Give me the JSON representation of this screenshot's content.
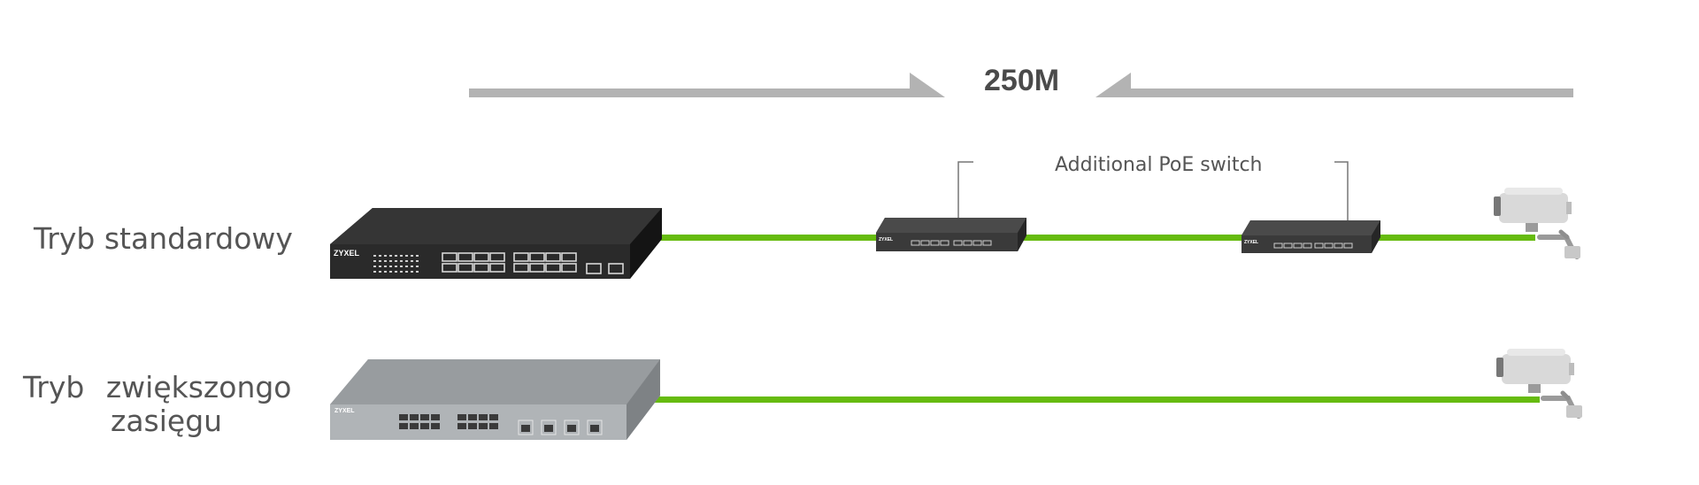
{
  "labels": {
    "standard_mode": "Tryb standardowy",
    "extended_mode_line1": "Tryb zwiększongo",
    "extended_mode_line2": "zasięgu",
    "distance": "250M",
    "additional_switch": "Additional PoE switch"
  },
  "devices": {
    "main_switch_brand": "ZYXEL",
    "small_switch_brand": "ZYXEL",
    "extended_switch_brand": "ZYXEL"
  },
  "colors": {
    "cable": "#66bb0f",
    "arrow": "#b3b3b3",
    "switch_dark": "#2a2a2a",
    "switch_gray": "#a9adb0",
    "camera": "#d4d4d4"
  },
  "icons": {
    "main_switch": "network-switch-icon",
    "poe_switch": "poe-switch-icon",
    "camera": "security-camera-icon"
  }
}
